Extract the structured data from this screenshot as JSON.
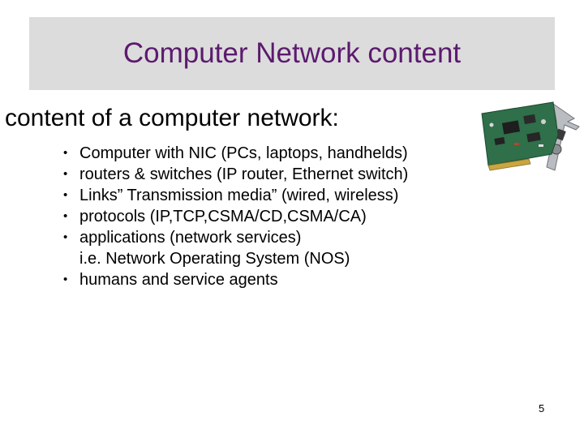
{
  "slide": {
    "title": "Computer Network content",
    "subtitle": "content of a computer network:",
    "bullets": [
      {
        "text": "Computer with NIC (PCs, laptops, handhelds)"
      },
      {
        "text": "routers & switches (IP router, Ethernet switch)"
      },
      {
        "text": "Links” Transmission media” (wired, wireless)"
      },
      {
        "text": "protocols (IP,TCP,CSMA/CD,CSMA/CA)"
      },
      {
        "text": "applications (network services)",
        "continuation": "i.e. Network Operating System (NOS)"
      },
      {
        "text": "humans and service agents"
      }
    ],
    "bullet_symbol": "•",
    "page_number": "5",
    "image": "network-interface-card",
    "colors": {
      "title_text": "#5c1a6e",
      "title_background": "#dcdcdc"
    }
  }
}
